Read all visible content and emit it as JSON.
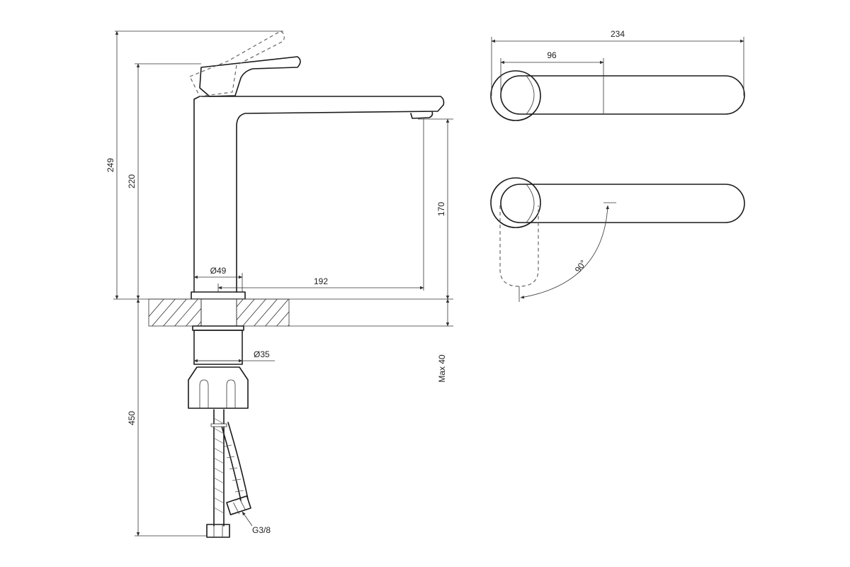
{
  "dimensions": {
    "total_height": "249",
    "spout_height": "220",
    "outlet_height": "170",
    "base_diameter": "Ø49",
    "spout_reach": "192",
    "shank_diameter": "Ø35",
    "max_countertop": "Max 40",
    "hose_length": "450",
    "connection_thread": "G3/8",
    "top_length": "234",
    "handle_length": "96",
    "rotation_angle": "90°"
  }
}
